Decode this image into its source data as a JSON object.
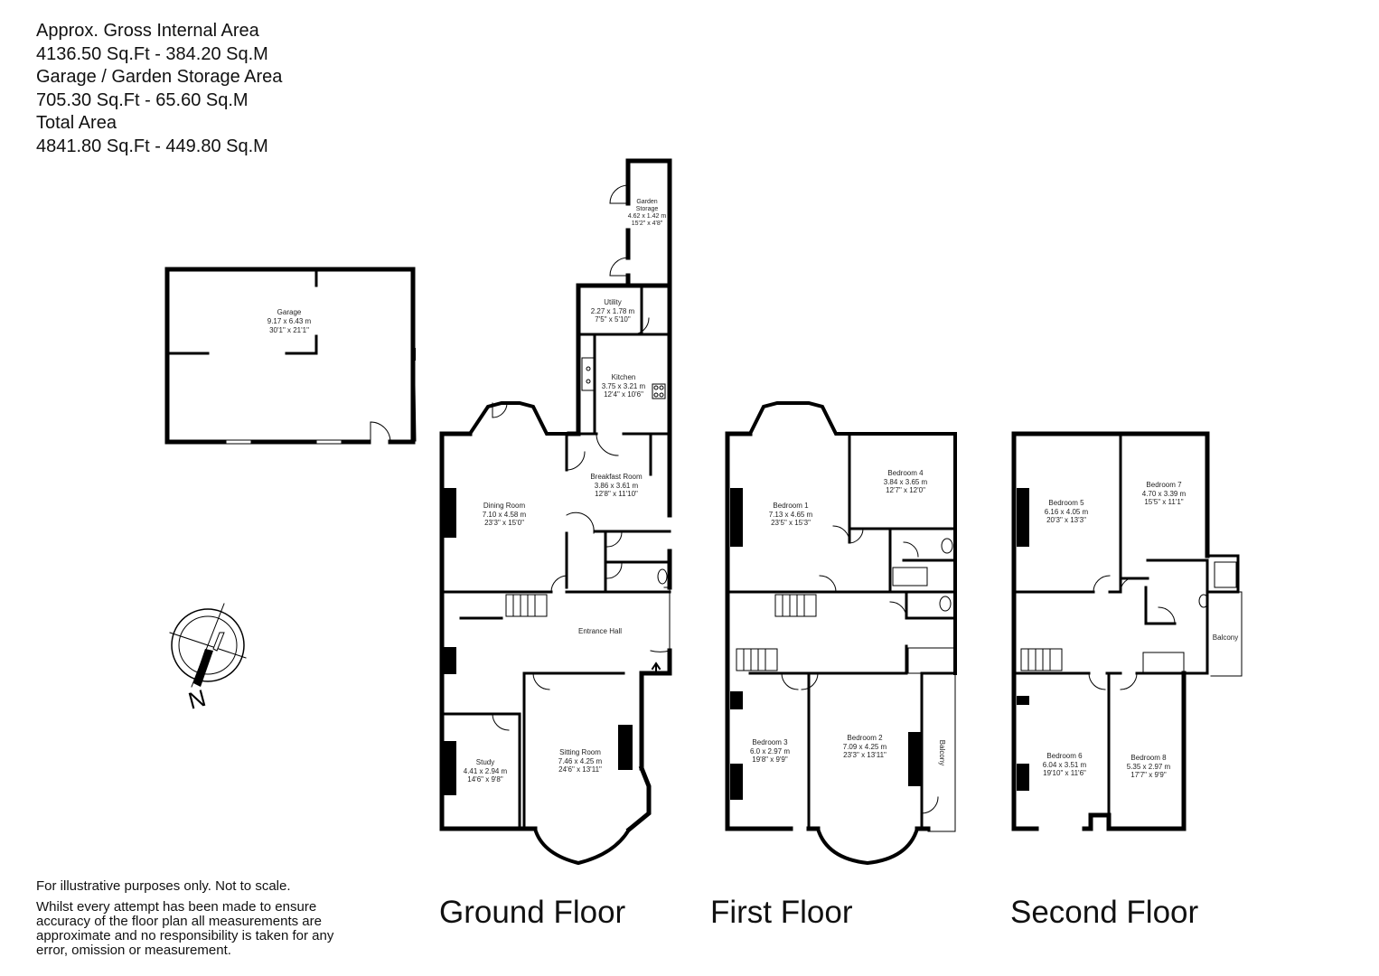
{
  "summary": {
    "line1": "Approx. Gross Internal Area",
    "line2": "4136.50 Sq.Ft - 384.20 Sq.M",
    "line3": "Garage /  Garden Storage Area",
    "line4": "705.30 Sq.Ft - 65.60 Sq.M",
    "line5": "Total Area",
    "line6": "4841.80 Sq.Ft - 449.80 Sq.M"
  },
  "disclaimer": {
    "line1": "For illustrative purposes only. Not to scale.",
    "line2": "Whilst every attempt has been made to ensure accuracy of the floor plan all measurements are approximate and no responsibility is taken for any error, omission or measurement."
  },
  "compass": {
    "label": "N"
  },
  "floors": {
    "ground": {
      "title": "Ground Floor"
    },
    "first": {
      "title": "First Floor"
    },
    "second": {
      "title": "Second Floor"
    }
  },
  "rooms": {
    "garage": {
      "name": "Garage",
      "metric": "9.17 x 6.43 m",
      "imperial": "30'1\" x 21'1\""
    },
    "garden_storage": {
      "name1": "Garden",
      "name2": "Storage",
      "metric": "4.62 x 1.42 m",
      "imperial": "15'2\" x 4'8\""
    },
    "utility": {
      "name": "Utility",
      "metric": "2.27 x 1.78 m",
      "imperial": "7'5\" x 5'10\""
    },
    "kitchen": {
      "name": "Kitchen",
      "metric": "3.75 x 3.21 m",
      "imperial": "12'4\" x 10'6\""
    },
    "breakfast_room": {
      "name": "Breakfast Room",
      "metric": "3.86 x 3.61 m",
      "imperial": "12'8\" x 11'10\""
    },
    "dining_room": {
      "name": "Dining Room",
      "metric": "7.10 x 4.58 m",
      "imperial": "23'3\" x 15'0\""
    },
    "entrance_hall": {
      "name": "Entrance Hall"
    },
    "study": {
      "name": "Study",
      "metric": "4.41 x 2.94 m",
      "imperial": "14'6\" x 9'8\""
    },
    "sitting_room": {
      "name": "Sitting Room",
      "metric": "7.46 x 4.25 m",
      "imperial": "24'6\" x 13'11\""
    },
    "bedroom1": {
      "name": "Bedroom 1",
      "metric": "7.13 x 4.65 m",
      "imperial": "23'5\" x 15'3\""
    },
    "bedroom4": {
      "name": "Bedroom 4",
      "metric": "3.84 x 3.65 m",
      "imperial": "12'7\" x 12'0\""
    },
    "bedroom3": {
      "name": "Bedroom 3",
      "metric": "6.0 x 2.97 m",
      "imperial": "19'8\" x 9'9\""
    },
    "bedroom2": {
      "name": "Bedroom 2",
      "metric": "7.09 x 4.25 m",
      "imperial": "23'3\" x 13'11\""
    },
    "balcony_first": {
      "name": "Balcony"
    },
    "bedroom5": {
      "name": "Bedroom 5",
      "metric": "6.16 x 4.05 m",
      "imperial": "20'3\" x 13'3\""
    },
    "bedroom7": {
      "name": "Bedroom 7",
      "metric": "4.70 x 3.39 m",
      "imperial": "15'5\" x 11'1\""
    },
    "bedroom6": {
      "name": "Bedroom 6",
      "metric": "6.04 x 3.51 m",
      "imperial": "19'10\" x 11'6\""
    },
    "bedroom8": {
      "name": "Bedroom 8",
      "metric": "5.35 x 2.97 m",
      "imperial": "17'7\" x 9'9\""
    },
    "balcony_second": {
      "name": "Balcony"
    }
  }
}
